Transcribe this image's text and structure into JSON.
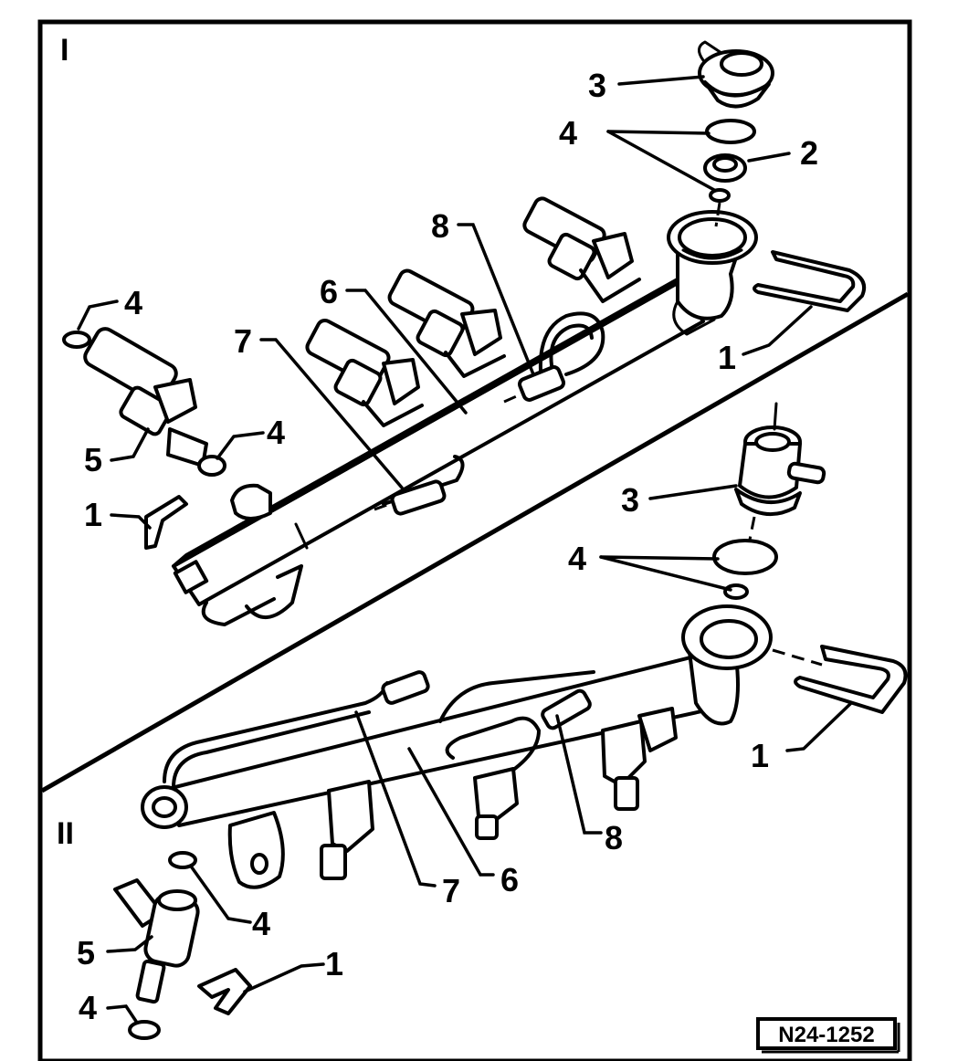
{
  "figure": {
    "reference": "N24-1252",
    "section_I": "I",
    "section_II": "II"
  },
  "callouts_I": {
    "c1_right": "1",
    "c1_left": "1",
    "c2": "2",
    "c3": "3",
    "c4_top": "4",
    "c4_left": "4",
    "c4_mid": "4",
    "c5": "5",
    "c6": "6",
    "c7": "7",
    "c8": "8"
  },
  "callouts_II": {
    "c1_right": "1",
    "c1_bottom": "1",
    "c3": "3",
    "c4_top": "4",
    "c4_mid": "4",
    "c4_bottom": "4",
    "c5": "5",
    "c6": "6",
    "c7": "7",
    "c8": "8"
  }
}
